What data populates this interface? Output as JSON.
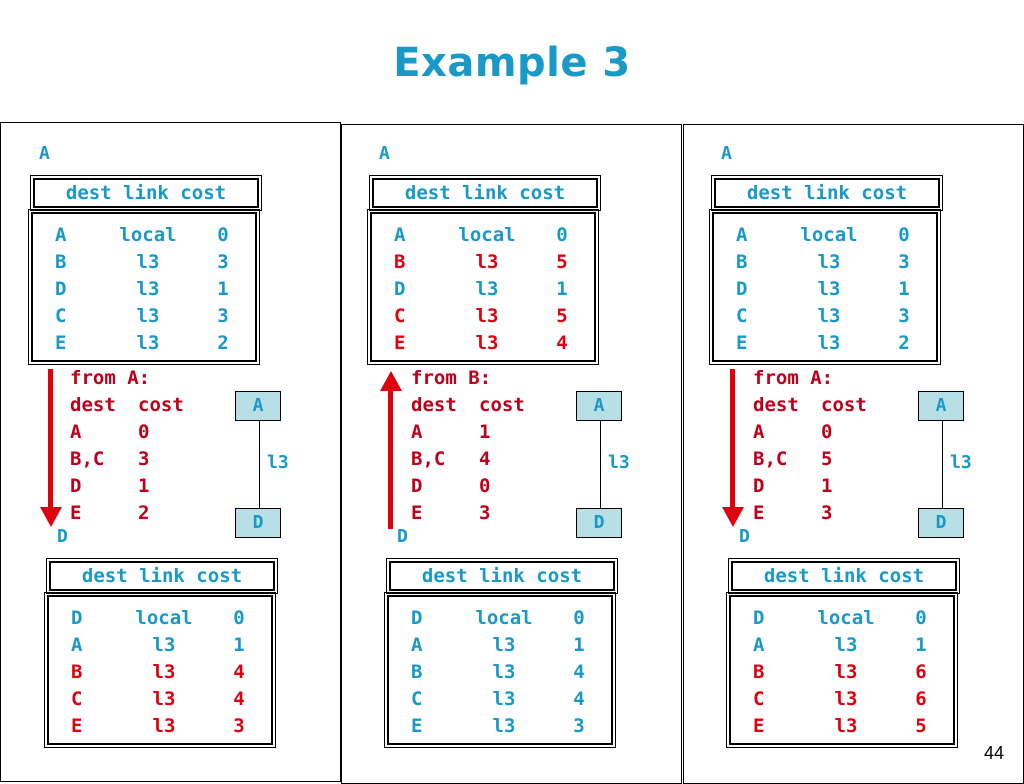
{
  "title": "Example 3",
  "page_number": "44",
  "colors": {
    "title": "#1899c8",
    "blue": "#1899c8",
    "red": "#e00010",
    "node_fill": "#b9dfe6"
  },
  "panels": [
    {
      "top_node": "A",
      "bottom_node": "D",
      "header": "dest link cost",
      "top_table": [
        {
          "dest": "A",
          "link": "local",
          "cost": "0",
          "color": "blue"
        },
        {
          "dest": "B",
          "link": "l3",
          "cost": "3",
          "color": "blue"
        },
        {
          "dest": "D",
          "link": "l3",
          "cost": "1",
          "color": "blue"
        },
        {
          "dest": "C",
          "link": "l3",
          "cost": "3",
          "color": "blue"
        },
        {
          "dest": "E",
          "link": "l3",
          "cost": "2",
          "color": "blue"
        }
      ],
      "message": {
        "from": "from A:",
        "header_dest": "dest",
        "header_cost": "cost",
        "rows": [
          {
            "dest": "A",
            "cost": "0"
          },
          {
            "dest": "B,C",
            "cost": "3"
          },
          {
            "dest": "D",
            "cost": "1"
          },
          {
            "dest": "E",
            "cost": "2"
          }
        ],
        "direction": "down"
      },
      "diagram": {
        "node_top": "A",
        "node_bottom": "D",
        "link": "l3"
      },
      "bottom_table": [
        {
          "dest": "D",
          "link": "local",
          "cost": "0",
          "color": "blue"
        },
        {
          "dest": "A",
          "link": "l3",
          "cost": "1",
          "color": "blue"
        },
        {
          "dest": "B",
          "link": "l3",
          "cost": "4",
          "color": "red"
        },
        {
          "dest": "C",
          "link": "l3",
          "cost": "4",
          "color": "red"
        },
        {
          "dest": "E",
          "link": "l3",
          "cost": "3",
          "color": "red"
        }
      ]
    },
    {
      "top_node": "A",
      "bottom_node": "D",
      "header": "dest link cost",
      "top_table": [
        {
          "dest": "A",
          "link": "local",
          "cost": "0",
          "color": "blue"
        },
        {
          "dest": "B",
          "link": "l3",
          "cost": "5",
          "color": "red"
        },
        {
          "dest": "D",
          "link": "l3",
          "cost": "1",
          "color": "blue"
        },
        {
          "dest": "C",
          "link": "l3",
          "cost": "5",
          "color": "red"
        },
        {
          "dest": "E",
          "link": "l3",
          "cost": "4",
          "color": "red"
        }
      ],
      "message": {
        "from": "from B:",
        "header_dest": "dest",
        "header_cost": "cost",
        "rows": [
          {
            "dest": "A",
            "cost": "1"
          },
          {
            "dest": "B,C",
            "cost": "4"
          },
          {
            "dest": "D",
            "cost": "0"
          },
          {
            "dest": "E",
            "cost": "3"
          }
        ],
        "direction": "up"
      },
      "diagram": {
        "node_top": "A",
        "node_bottom": "D",
        "link": "l3"
      },
      "bottom_table": [
        {
          "dest": "D",
          "link": "local",
          "cost": "0",
          "color": "blue"
        },
        {
          "dest": "A",
          "link": "l3",
          "cost": "1",
          "color": "blue"
        },
        {
          "dest": "B",
          "link": "l3",
          "cost": "4",
          "color": "blue"
        },
        {
          "dest": "C",
          "link": "l3",
          "cost": "4",
          "color": "blue"
        },
        {
          "dest": "E",
          "link": "l3",
          "cost": "3",
          "color": "blue"
        }
      ]
    },
    {
      "top_node": "A",
      "bottom_node": "D",
      "header": "dest link cost",
      "top_table": [
        {
          "dest": "A",
          "link": "local",
          "cost": "0",
          "color": "blue"
        },
        {
          "dest": "B",
          "link": "l3",
          "cost": "3",
          "color": "blue"
        },
        {
          "dest": "D",
          "link": "l3",
          "cost": "1",
          "color": "blue"
        },
        {
          "dest": "C",
          "link": "l3",
          "cost": "3",
          "color": "blue"
        },
        {
          "dest": "E",
          "link": "l3",
          "cost": "2",
          "color": "blue"
        }
      ],
      "message": {
        "from": "from A:",
        "header_dest": "dest",
        "header_cost": "cost",
        "rows": [
          {
            "dest": "A",
            "cost": "0"
          },
          {
            "dest": "B,C",
            "cost": "5"
          },
          {
            "dest": "D",
            "cost": "1"
          },
          {
            "dest": "E",
            "cost": "3"
          }
        ],
        "direction": "down"
      },
      "diagram": {
        "node_top": "A",
        "node_bottom": "D",
        "link": "l3"
      },
      "bottom_table": [
        {
          "dest": "D",
          "link": "local",
          "cost": "0",
          "color": "blue"
        },
        {
          "dest": "A",
          "link": "l3",
          "cost": "1",
          "color": "blue"
        },
        {
          "dest": "B",
          "link": "l3",
          "cost": "6",
          "color": "red"
        },
        {
          "dest": "C",
          "link": "l3",
          "cost": "6",
          "color": "red"
        },
        {
          "dest": "E",
          "link": "l3",
          "cost": "5",
          "color": "red"
        }
      ]
    }
  ]
}
